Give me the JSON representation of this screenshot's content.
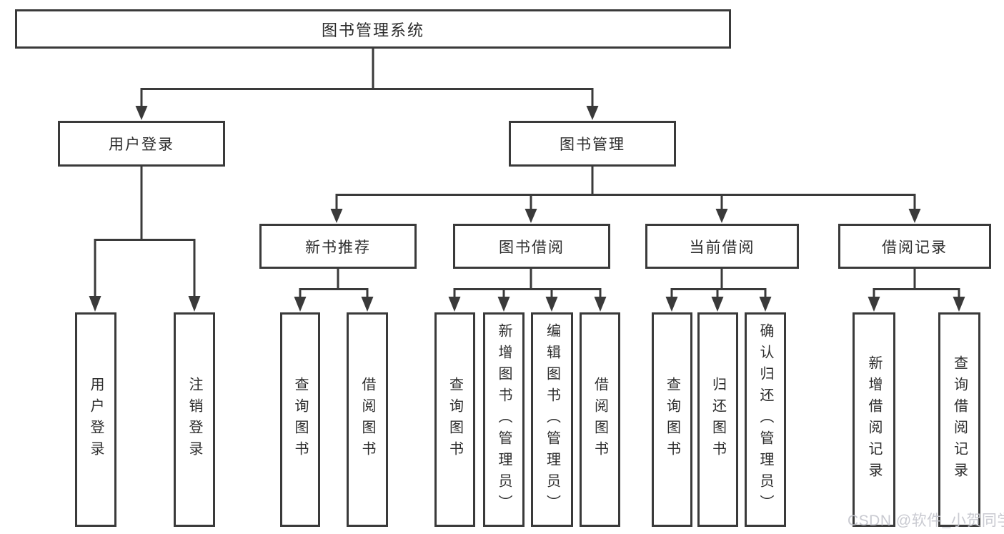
{
  "diagram": {
    "nodes": {
      "root": {
        "label": "图书管理系统"
      },
      "level2": [
        {
          "label": "用户登录"
        },
        {
          "label": "图书管理"
        }
      ],
      "level3": [
        {
          "label": "新书推荐",
          "parent": "图书管理"
        },
        {
          "label": "图书借阅",
          "parent": "图书管理"
        },
        {
          "label": "当前借阅",
          "parent": "图书管理"
        },
        {
          "label": "借阅记录",
          "parent": "图书管理"
        }
      ],
      "leaves": [
        {
          "label": "用户登录",
          "parent": "用户登录"
        },
        {
          "label": "注销登录",
          "parent": "用户登录"
        },
        {
          "label": "查询图书",
          "parent": "新书推荐"
        },
        {
          "label": "借阅图书",
          "parent": "新书推荐"
        },
        {
          "label": "查询图书",
          "parent": "图书借阅"
        },
        {
          "label": "新增图书（管理员）",
          "parent": "图书借阅"
        },
        {
          "label": "编辑图书（管理员）",
          "parent": "图书借阅"
        },
        {
          "label": "借阅图书",
          "parent": "图书借阅"
        },
        {
          "label": "查询图书",
          "parent": "当前借阅"
        },
        {
          "label": "归还图书",
          "parent": "当前借阅"
        },
        {
          "label": "确认归还（管理员）",
          "parent": "当前借阅"
        },
        {
          "label": "新增借阅记录",
          "parent": "借阅记录"
        },
        {
          "label": "查询借阅记录",
          "parent": "借阅记录"
        }
      ]
    },
    "watermark": "CSDN @软件_小贺同学",
    "colors": {
      "line": "#3a3a3a",
      "text": "#2d2d2d",
      "watermark": "#c4c5cd",
      "background": "#ffffff"
    }
  }
}
